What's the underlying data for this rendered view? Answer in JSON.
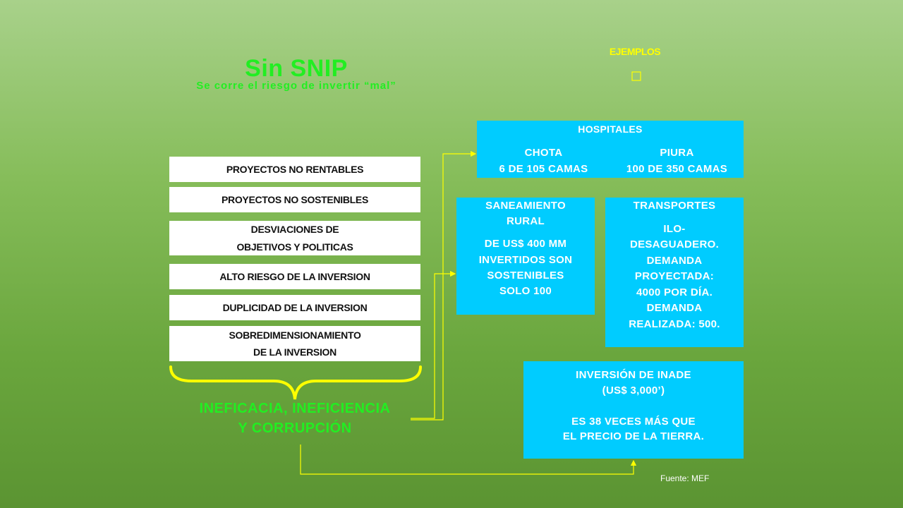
{
  "header": {
    "title": "Sin SNIP",
    "subtitle": "Se corre el riesgo de invertir “mal”",
    "examples_label": "EJEMPLOS"
  },
  "problems": [
    {
      "lines": [
        "PROYECTOS NO RENTABLES"
      ]
    },
    {
      "lines": [
        "PROYECTOS NO SOSTENIBLES"
      ]
    },
    {
      "lines": [
        "DESVIACIONES DE",
        "OBJETIVOS Y POLITICAS"
      ]
    },
    {
      "lines": [
        "ALTO RIESGO DE LA INVERSION"
      ]
    },
    {
      "lines": [
        "DUPLICIDAD DE LA INVERSION"
      ]
    },
    {
      "lines": [
        "SOBREDIMENSIONAMIENTO",
        "DE LA INVERSION"
      ]
    }
  ],
  "conclusion": {
    "line1": "INEFICACIA, INEFICIENCIA",
    "line2": "Y CORRUPCIÓN"
  },
  "examples": {
    "hospitals": {
      "header": "HOSPITALES",
      "left": {
        "name": "CHOTA",
        "detail": "6 DE 105 CAMAS"
      },
      "right": {
        "name": "PIURA",
        "detail": "100 DE 350 CAMAS"
      }
    },
    "saneamiento": {
      "line1": "SANEAMIENTO",
      "line2": "RURAL",
      "line3": "DE US$ 400 MM",
      "line4": "INVERTIDOS SON",
      "line5": "SOSTENIBLES",
      "line6": "SOLO 100"
    },
    "transportes": {
      "line1": "TRANSPORTES",
      "line2": "ILO-",
      "line3": "DESAGUADERO.",
      "line4": "DEMANDA",
      "line5": "PROYECTADA:",
      "line6": "4000 POR DÍA.",
      "line7": "DEMANDA",
      "line8": "REALIZADA: 500."
    },
    "inade": {
      "line1": "INVERSIÓN DE INADE",
      "line2": "(US$ 3,000’)",
      "line3": "ES 38 VECES MÁS QUE",
      "line4": "EL PRECIO DE LA TIERRA."
    }
  },
  "footer": {
    "source": "Fuente: MEF"
  },
  "colors": {
    "accent_green": "#22ee22",
    "yellow": "#ffff00",
    "box_blue": "#00ccff"
  }
}
